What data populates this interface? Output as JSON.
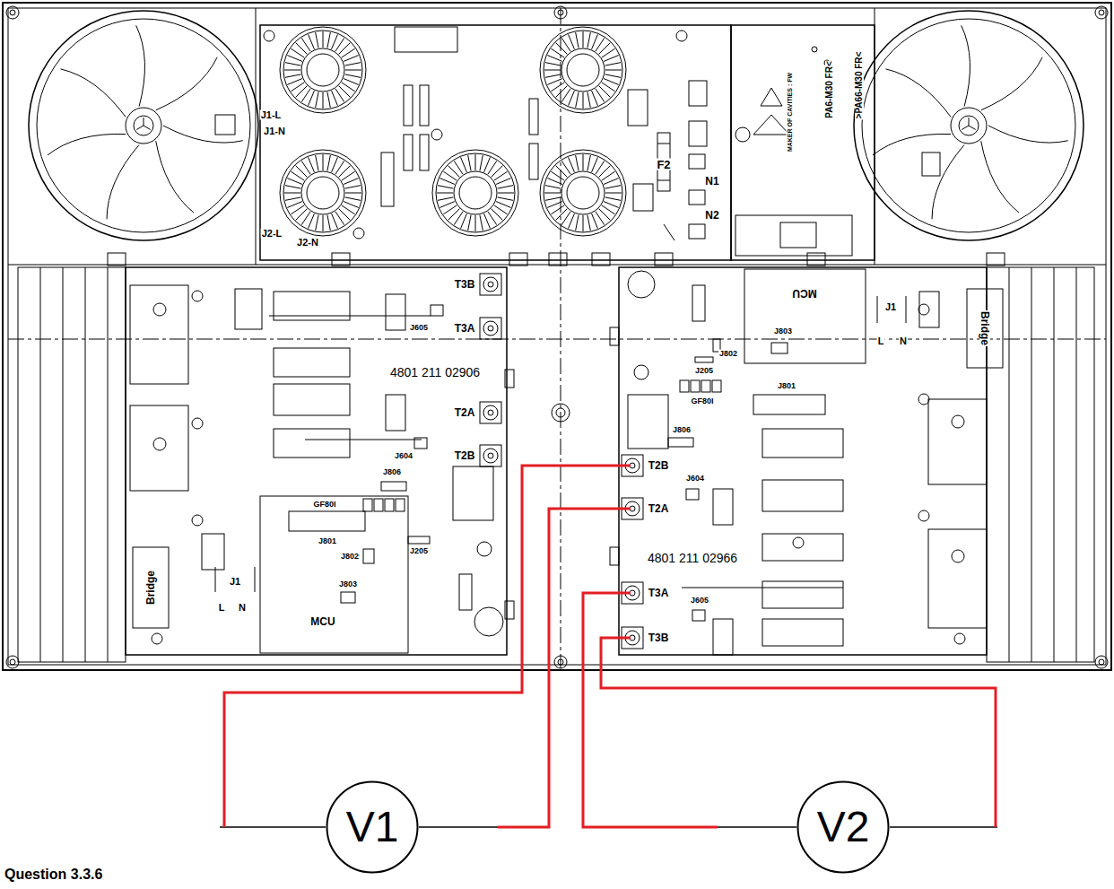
{
  "diagram": {
    "caption": "Question 3.3.6",
    "nodes": [
      {
        "text": [
          "V1"
        ]
      },
      {
        "text": [
          "V2"
        ]
      }
    ],
    "labels": [
      "J1-L",
      "J1-N",
      "J2-L",
      "J2-N",
      "F2",
      "N1",
      "N2",
      "MAKER OF CAVITIES : FW",
      "PA6-M30 FR<",
      ">PA66-M30 FR<",
      "T3B",
      "J605",
      "T3A",
      "4801 211 02906",
      "T2A",
      "J604",
      "T2B",
      "J806",
      "GF80I",
      "J801",
      "J802",
      "J205",
      "J803",
      "MCU",
      "Bridge",
      "J1",
      "L",
      "N",
      "MCU",
      "J803",
      "J802",
      "J1",
      "L",
      "N",
      "Bridge",
      "J205",
      "J801",
      "GF80I",
      "J806",
      "T2B",
      "J604",
      "T2A",
      "4801 211 02966",
      "J605",
      "T3A",
      "T3B"
    ]
  }
}
